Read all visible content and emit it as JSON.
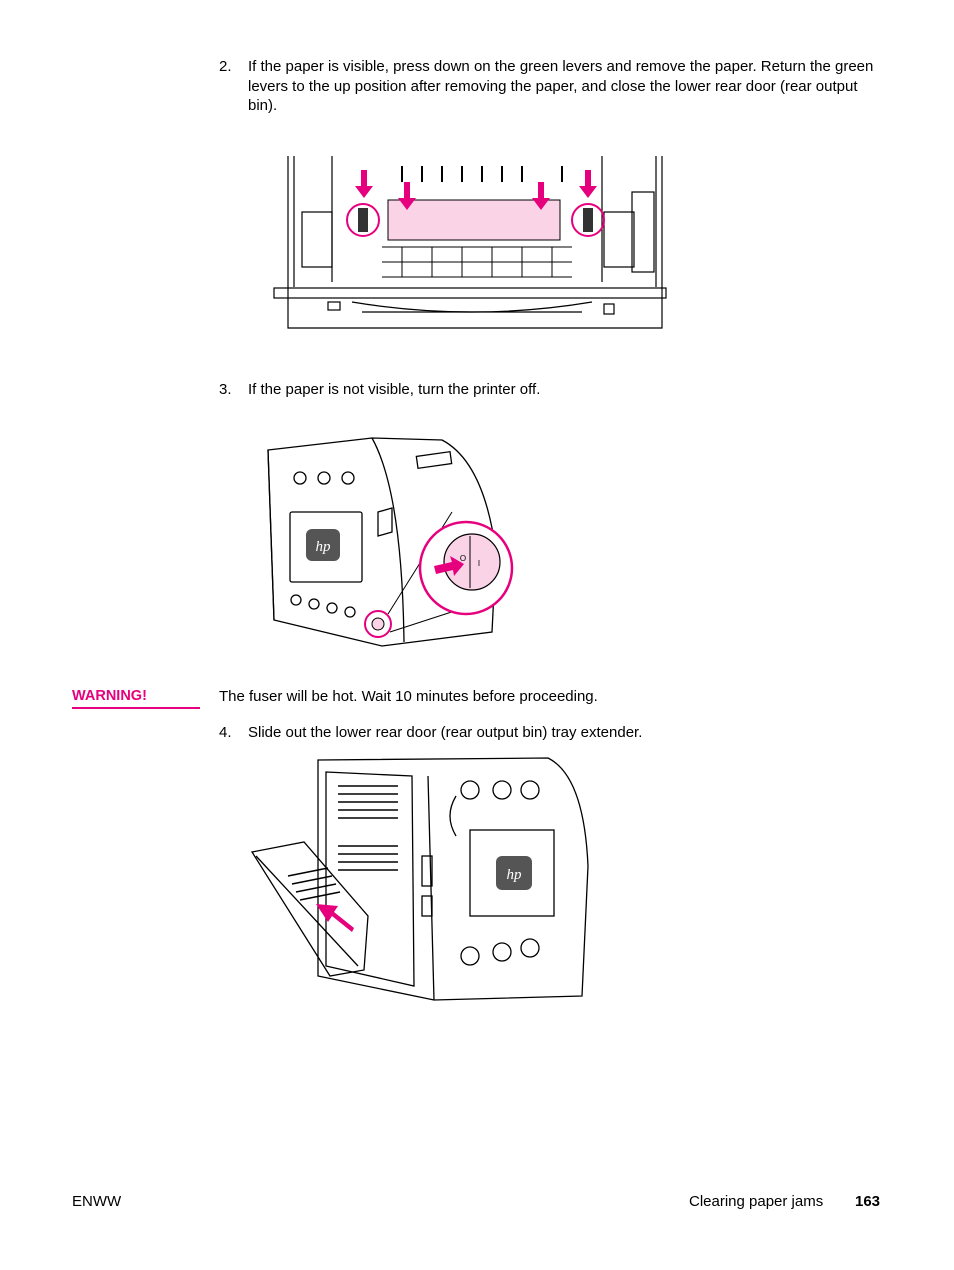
{
  "steps": [
    {
      "number": "2.",
      "text": "If the paper is visible, press down on the green levers and remove the paper. Return the green levers to the up position after removing the paper, and close the lower rear door (rear output bin)."
    },
    {
      "number": "3.",
      "text": "If the paper is not visible, turn the printer off."
    },
    {
      "number": "4.",
      "text": "Slide out the lower rear door (rear output bin) tray extender."
    }
  ],
  "warning": {
    "label": "WARNING!",
    "text": "The fuser will be hot. Wait 10 minutes before proceeding."
  },
  "figures": {
    "fuser": {
      "power_off_label": "O",
      "power_on_label": "I"
    }
  },
  "footer": {
    "left": "ENWW",
    "section": "Clearing paper jams",
    "page": "163"
  },
  "colors": {
    "accent": "#e6007e",
    "paper": "#fbd3e6"
  }
}
